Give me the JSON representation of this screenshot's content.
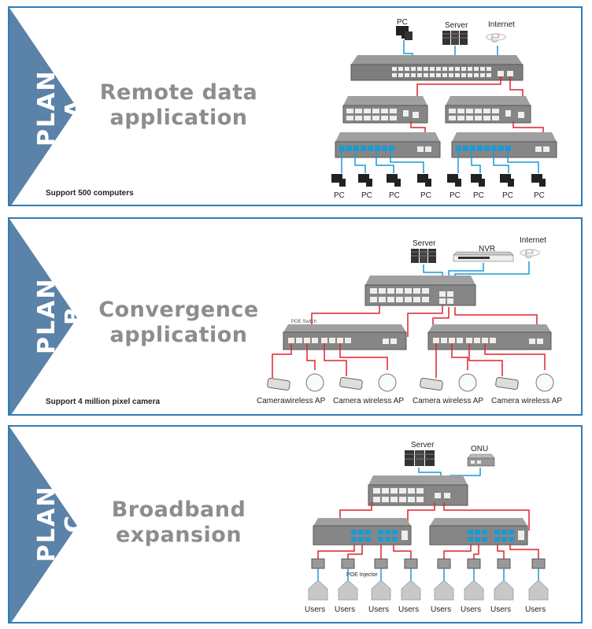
{
  "colors": {
    "border": "#2a7fb8",
    "arrow": "#5b82a8",
    "title": "#8d8d8d",
    "red_link": "#e0242a",
    "blue_link": "#1a9ad6"
  },
  "panels": [
    {
      "plan": "PLAN A",
      "title_line1": "Remote data",
      "title_line2": "application",
      "note": "Support 500 computers",
      "labels": {
        "top_pc": "PC",
        "server": "Server",
        "internet": "Internet",
        "pc": "PC"
      }
    },
    {
      "plan": "PLAN B",
      "title_line1": "Convergence",
      "title_line2": "application",
      "note": "Support 4 million pixel camera",
      "labels": {
        "server": "Server",
        "nvr": "NVR",
        "internet": "Internet",
        "bottom": [
          "Camerawireless AP",
          "Camera wireless AP",
          "Camera wireless AP",
          "Camera wireless AP"
        ]
      }
    },
    {
      "plan": "PLAN C",
      "title_line1": "Broadband",
      "title_line2": "expansion",
      "note": "",
      "labels": {
        "server": "Server",
        "onu": "ONU",
        "poe": "POE Injector",
        "users": "Users"
      }
    }
  ],
  "icons": [
    "pc-icon",
    "server-icon",
    "internet-icon",
    "nvr-icon",
    "onu-icon",
    "camera-icon",
    "wireless-ap-icon",
    "poe-injector-icon",
    "house-icon",
    "switch-icon"
  ]
}
